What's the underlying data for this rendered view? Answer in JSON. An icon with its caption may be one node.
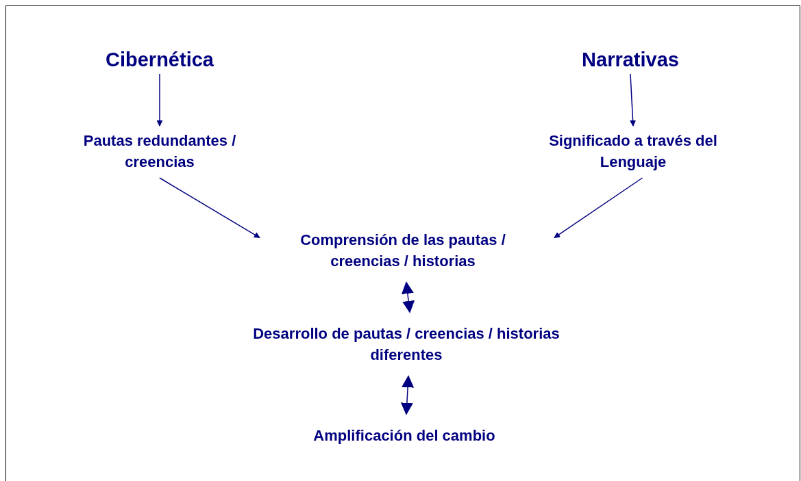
{
  "diagram": {
    "nodes": [
      {
        "text": [
          "Cibernética"
        ]
      },
      {
        "text": [
          "Narrativas"
        ]
      },
      {
        "text": [
          "Pautas redundantes / creencias"
        ]
      },
      {
        "text": [
          "Significado a través del Lenguaje"
        ]
      },
      {
        "text": [
          "Comprensión de las pautas / creencias / historias"
        ]
      },
      {
        "text": [
          "Desarrollo de pautas / creencias / historias diferentes"
        ]
      },
      {
        "text": [
          "Amplificación del cambio"
        ]
      }
    ],
    "edges": [
      {
        "from": 0,
        "to": 2,
        "arrow": "to"
      },
      {
        "from": 1,
        "to": 3,
        "arrow": "to"
      },
      {
        "from": 2,
        "to": 4,
        "arrow": "to"
      },
      {
        "from": 3,
        "to": 4,
        "arrow": "to"
      },
      {
        "from": 4,
        "to": 5,
        "arrow": "both"
      },
      {
        "from": 5,
        "to": 6,
        "arrow": "both"
      }
    ]
  }
}
